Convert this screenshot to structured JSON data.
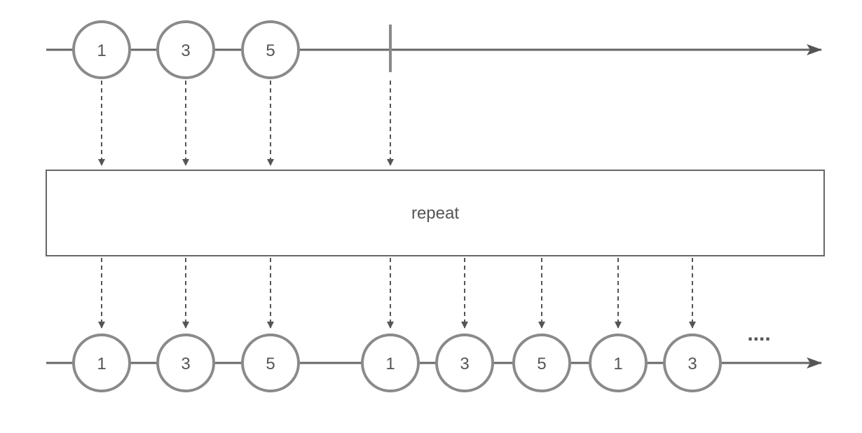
{
  "diagram": {
    "operator_label": "repeat",
    "source_marbles": [
      "1",
      "3",
      "5"
    ],
    "output_marbles": [
      "1",
      "3",
      "5",
      "1",
      "3",
      "5",
      "1",
      "3"
    ],
    "continuation": "....",
    "colors": {
      "stroke": "#8a8a8a",
      "line": "#666666",
      "dash": "#555555",
      "text": "#555555",
      "fill": "#ffffff"
    }
  }
}
